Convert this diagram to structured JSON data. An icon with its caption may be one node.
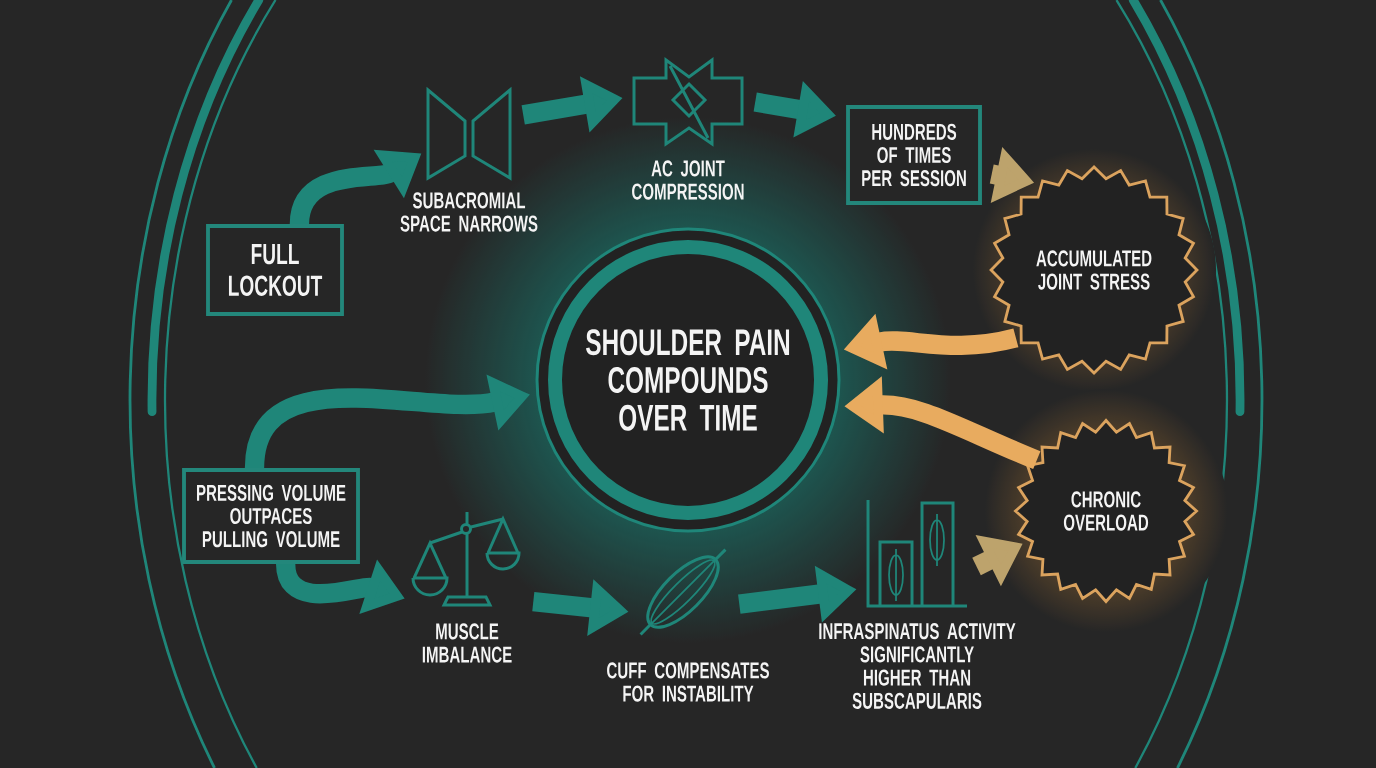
{
  "diagram": {
    "nodes": [
      {
        "text": [
          "FULL LOCKOUT"
        ]
      },
      {
        "text": [
          "SUBACROMIAL SPACE NARROWS"
        ]
      },
      {
        "text": [
          "AC JOINT COMPRESSION"
        ]
      },
      {
        "text": [
          "HUNDREDS OF TIMES PER SESSION"
        ]
      },
      {
        "text": [
          "ACCUMULATED JOINT STRESS"
        ]
      },
      {
        "text": [
          "SHOULDER PAIN COMPOUNDS OVER TIME"
        ]
      },
      {
        "text": [
          "CHRONIC OVERLOAD"
        ]
      },
      {
        "text": [
          "PRESSING VOLUME OUTPACES PULLING VOLUME"
        ]
      },
      {
        "text": [
          "MUSCLE IMBALANCE"
        ]
      },
      {
        "text": [
          "CUFF COMPENSATES FOR INSTABILITY"
        ]
      },
      {
        "text": [
          "INFRASPINATUS ACTIVITY SIGNIFICANTLY HIGHER THAN SUBSCAPULARIS"
        ]
      }
    ],
    "edges": [
      {
        "from": 0,
        "to": 1,
        "arrow": "to"
      },
      {
        "from": 1,
        "to": 2,
        "arrow": "to"
      },
      {
        "from": 2,
        "to": 3,
        "arrow": "to"
      },
      {
        "from": 3,
        "to": 4,
        "arrow": "to",
        "color": "#bda36c"
      },
      {
        "from": 4,
        "to": 5,
        "arrow": "to",
        "color": "#e8ab5f"
      },
      {
        "from": 6,
        "to": 5,
        "arrow": "to",
        "color": "#e8ab5f"
      },
      {
        "from": 7,
        "to": 5,
        "arrow": "to"
      },
      {
        "from": 7,
        "to": 8,
        "arrow": "to"
      },
      {
        "from": 8,
        "to": 9,
        "arrow": "to"
      },
      {
        "from": 9,
        "to": 10,
        "arrow": "to"
      },
      {
        "from": 10,
        "to": 6,
        "arrow": "to",
        "color": "#bda36c"
      }
    ]
  }
}
